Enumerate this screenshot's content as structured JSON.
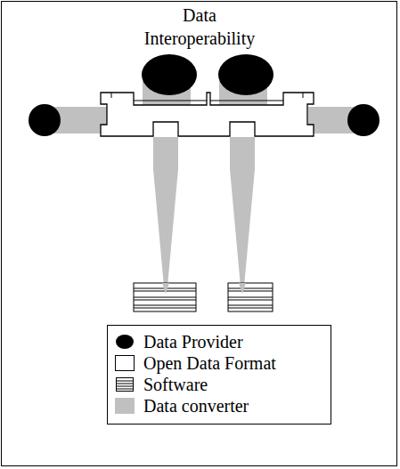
{
  "diagram": {
    "title": "Data Interoperability",
    "legend": [
      {
        "text": "Data Provider"
      },
      {
        "text": "Open Data Format",
        "color": "#ffffff"
      },
      {
        "text": "Software"
      },
      {
        "text": "Data converter",
        "color": "#c0c0c0"
      }
    ]
  }
}
